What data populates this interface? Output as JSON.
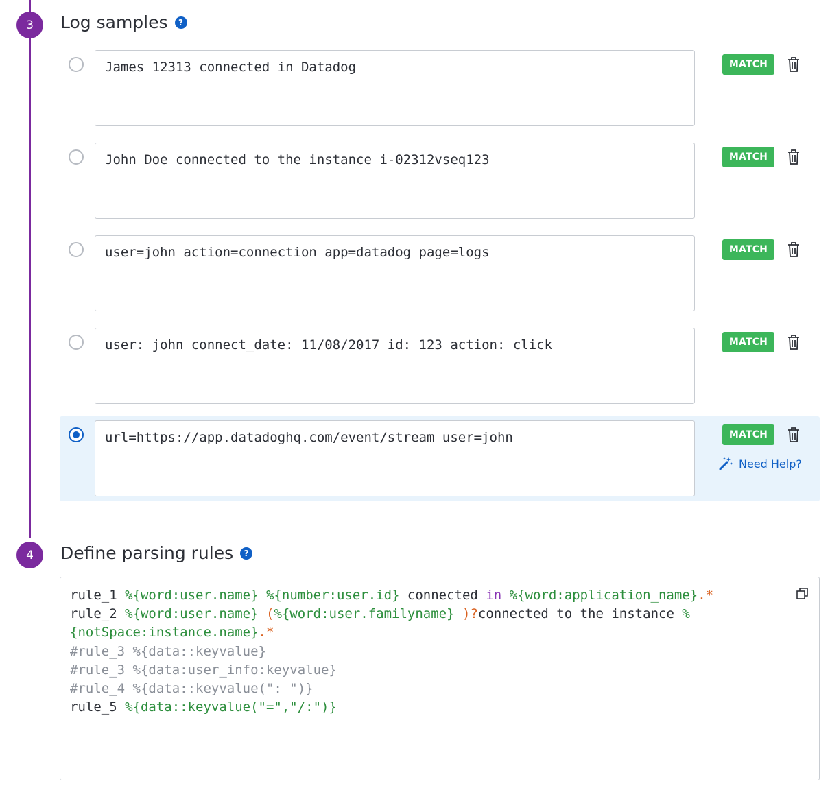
{
  "steps": {
    "log_samples": {
      "number": "3",
      "title": "Log samples",
      "help": "?"
    },
    "parsing_rules": {
      "number": "4",
      "title": "Define parsing rules",
      "help": "?"
    }
  },
  "samples": [
    {
      "text": "James 12313 connected in Datadog",
      "status": "MATCH",
      "selected": false
    },
    {
      "text": "John Doe connected to the instance i-02312vseq123",
      "status": "MATCH",
      "selected": false
    },
    {
      "text": "user=john action=connection app=datadog page=logs",
      "status": "MATCH",
      "selected": false
    },
    {
      "text": "user: john connect_date: 11/08/2017 id: 123 action: click",
      "status": "MATCH",
      "selected": false
    },
    {
      "text": "url=https://app.datadoghq.com/event/stream user=john",
      "status": "MATCH",
      "selected": true
    }
  ],
  "need_help": "Need Help?",
  "rules": {
    "r1": {
      "name": "rule_1 ",
      "p1": "%{word:user.name}",
      "p2": "%{number:user.id}",
      "t1": " connected ",
      "kw": "in",
      "p3": "%{word:application_name}",
      "tail": ".*"
    },
    "r2": {
      "name": "rule_2 ",
      "p1": "%{word:user.name}",
      "o1": "(",
      "p2": "%{word:user.familyname}",
      "o2": ")?",
      "t1": "connected to the instance ",
      "o3": "%"
    },
    "r2b": {
      "p1": "{notSpace:instance.name}",
      "tail": ".*"
    },
    "comments": [
      "#rule_3 %{data::keyvalue}",
      "#rule_3 %{data:user_info:keyvalue}",
      "#rule_4 %{data::keyvalue(\": \")}"
    ],
    "r5": {
      "name": "rule_5 ",
      "p1": "%{data::keyvalue(\"=\",\"/:\")}"
    }
  },
  "colors": {
    "step": "#7b2a9e",
    "match": "#3cb65a",
    "link": "#1060c6",
    "selected_bg": "#e8f3fc"
  }
}
